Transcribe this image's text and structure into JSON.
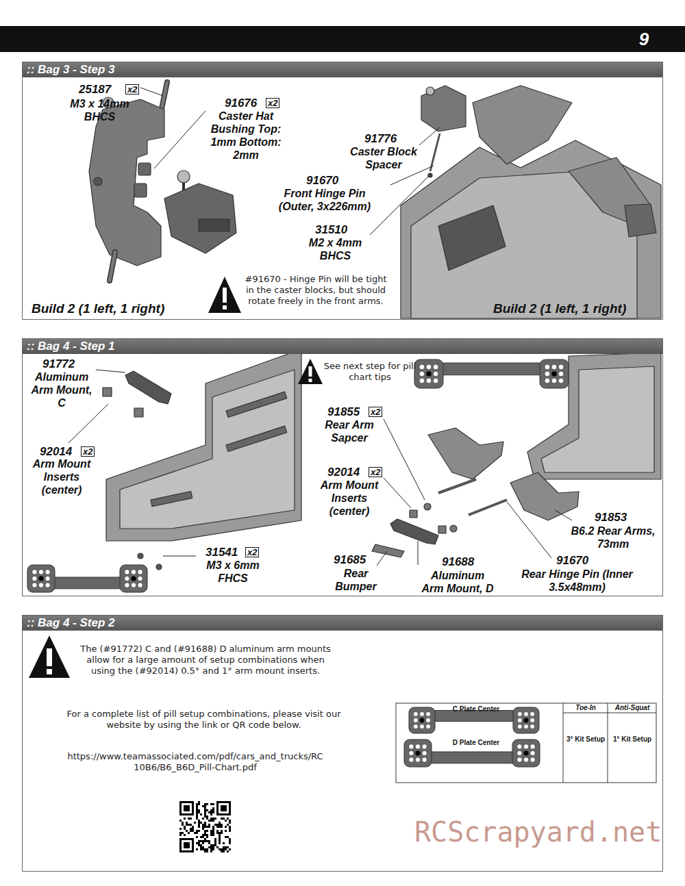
{
  "diagram": {
    "nodes": [
      {
        "text": [
          ":: Bag 3 - Step 3"
        ]
      },
      {
        "text": [
          ":: Bag 4 - Step 1"
        ]
      },
      {
        "text": [
          ":: Bag 4 - Step 2"
        ]
      }
    ],
    "labels": [
      "9",
      "25187",
      "x2",
      "M3 x 14mm BHCS",
      "91676",
      "x2",
      "Caster Hat Bushing Top: 1mm Bottom: 2mm",
      "91776",
      "Caster Block Spacer",
      "91670",
      "Front Hinge Pin (Outer, 3x226mm)",
      "31510",
      "M2 x 4mm BHCS",
      "#91670 - Hinge Pin will be tight in the caster blocks, but should rotate freely in the front arms.",
      "Build 2 (1 left, 1 right)",
      "Build 2 (1 left, 1 right)",
      "91772",
      "Aluminum Arm Mount, C",
      "92014",
      "x2",
      "Arm Mount Inserts (center)",
      "31541",
      "x2",
      "M3 x 6mm FHCS",
      "See next step for pill chart tips",
      "91855",
      "x2",
      "Rear Arm Sapcer",
      "92014",
      "x2",
      "Arm Mount Inserts (center)",
      "91685",
      "Rear Bumper",
      "91688",
      "Aluminum Arm Mount, D",
      "91853",
      "B6.2 Rear Arms, 73mm",
      "91670",
      "Rear Hinge Pin (Inner 3.5x48mm)",
      "The (#91772) C and (#91688) D aluminum arm mounts allow for a large amount of setup combinations when using the (#92014) 0.5° and 1° arm mount inserts.",
      "For a complete list of pill setup combinations, please visit our website by using the link or QR code below.",
      "https://www.teamassociated.com/pdf/cars_and_trucks/RC10B6/B6_B6D_Pill-Chart.pdf",
      "C Plate Center",
      "D Plate Center",
      "Toe-In",
      "Anti-Squat",
      "3° Kit Setup",
      "1° Kit Setup",
      "RCScrapyard.net"
    ]
  }
}
